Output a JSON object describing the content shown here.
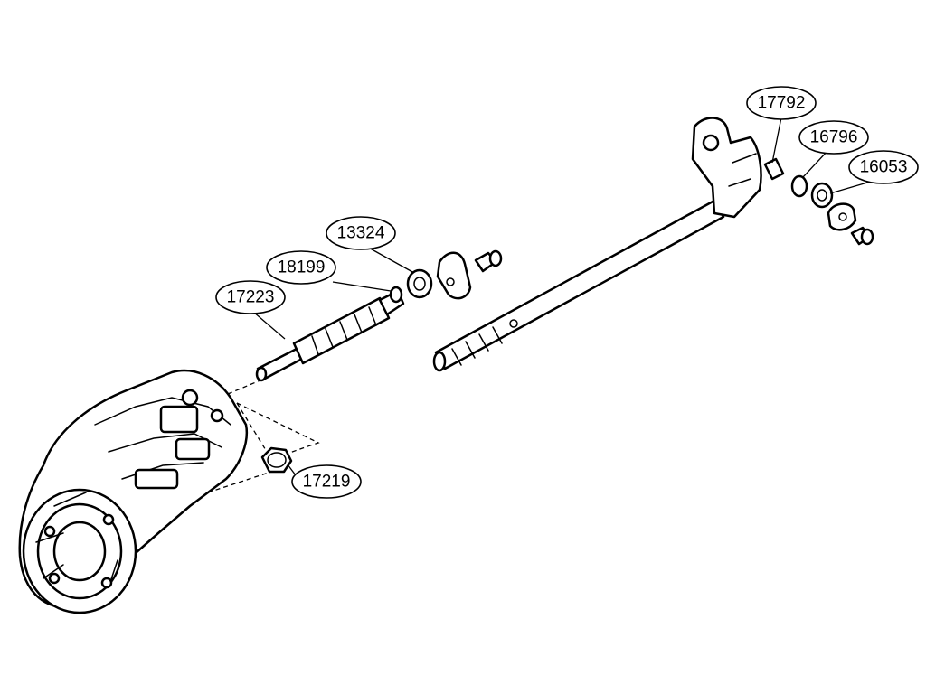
{
  "callouts": [
    {
      "id": "c17223",
      "label": "17223"
    },
    {
      "id": "c18199",
      "label": "18199"
    },
    {
      "id": "c13324",
      "label": "13324"
    },
    {
      "id": "c17219",
      "label": "17219"
    },
    {
      "id": "c17792",
      "label": "17792"
    },
    {
      "id": "c16796",
      "label": "16796"
    },
    {
      "id": "c16053",
      "label": "16053"
    }
  ],
  "colors": {
    "line": "#000000",
    "background": "#ffffff"
  }
}
